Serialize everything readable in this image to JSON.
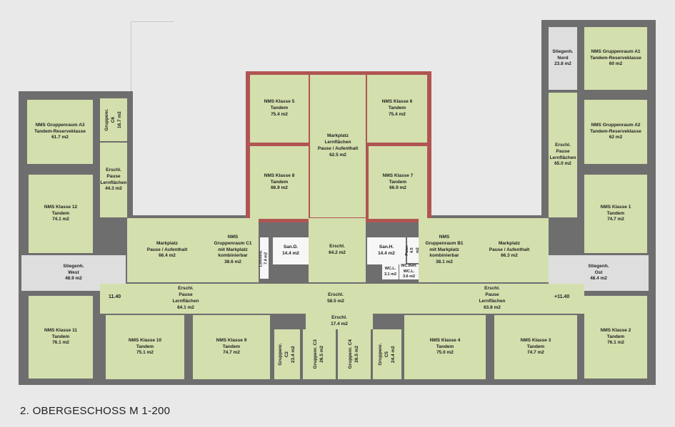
{
  "title": "2. OBERGESCHOSS M 1-200",
  "levels": [
    "11.40",
    "+11.40"
  ],
  "rooms": [
    {
      "id": "a3",
      "text": "NMS Gruppenraum A3\nTandem-Reserveklasse\n61.7 m2"
    },
    {
      "id": "c6",
      "text": "Gruppenr. C6\n16.7 m2"
    },
    {
      "id": "k12",
      "text": "NMS Klasse 12\nTandem\n74.1 m2"
    },
    {
      "id": "erschl-w",
      "text": "Erschl.\nPause\nLernflächen\n44.3 m2"
    },
    {
      "id": "stieg-w",
      "text": "Stiegenh.\nWest\n48.9 m2"
    },
    {
      "id": "markt-w",
      "text": "Markplatz\nPause / Aufenthalt\n66.4 m2"
    },
    {
      "id": "c1",
      "text": "NMS\nGruppenraum C1\nmit Markplatz\nkombinierbar\n38.6 m2"
    },
    {
      "id": "lehrer",
      "text": "Lehrerm.\n7.4 m2"
    },
    {
      "id": "sand",
      "text": "San.D.\n14.4 m2"
    },
    {
      "id": "erschl-c",
      "text": "Erschl.\n64.2 m2"
    },
    {
      "id": "sanh",
      "text": "San.H.\n14.4 m2"
    },
    {
      "id": "putz",
      "text": "Putzr.\n4.5 m2"
    },
    {
      "id": "wcl",
      "text": "WC.L.\n3.1 m2"
    },
    {
      "id": "wcb",
      "text": "WC.Beh.\nWC.L.\n3.6 m2"
    },
    {
      "id": "b1",
      "text": "NMS\nGruppenraum B1\nmit Markplatz\nkombinierbar\n38.1 m2"
    },
    {
      "id": "markt-o",
      "text": "Markplatz\nPause / Aufenthalt\n66.3 m2"
    },
    {
      "id": "stieg-o",
      "text": "Stiegenh.\nOst\n48.4 m2"
    },
    {
      "id": "erschl-o",
      "text": "Erschl.\nPause\nLernflächen\n65.0 m2"
    },
    {
      "id": "stieg-n",
      "text": "Stiegenh.\nNord\n23.8 m2"
    },
    {
      "id": "a1",
      "text": "NMS Gruppenraum A1\nTandem-Reserveklasse\n60 m2"
    },
    {
      "id": "a2",
      "text": "NMS Gruppenraum A2\nTandem-Reserveklasse\n62 m2"
    },
    {
      "id": "k1",
      "text": "NMS Klasse 1\nTandem\n74.7 m2"
    },
    {
      "id": "k5",
      "text": "NMS Klasse 5\nTandem\n75.4 m2"
    },
    {
      "id": "k6",
      "text": "NMS Klasse 6\nTandem\n75.4 m2"
    },
    {
      "id": "markt-c",
      "text": "Markplatz\nLernflächen\nPause / Aufenthalt\n62.5 m2"
    },
    {
      "id": "k8",
      "text": "NMS Klasse 8\nTandem\n66.9 m2"
    },
    {
      "id": "k7",
      "text": "NMS Klasse 7\nTandem\n66.9 m2"
    },
    {
      "id": "gang-w",
      "text": "Erschl.\nPause\nLernflächen\n64.1 m2"
    },
    {
      "id": "gang-c",
      "text": "Erschl.\n58.5 m2"
    },
    {
      "id": "gang-o",
      "text": "Erschl.\nPause\nLernflächen\n63.8 m2"
    },
    {
      "id": "erschl-s",
      "text": "Erschl.\n17.4 m2"
    },
    {
      "id": "k11",
      "text": "NMS Klasse 11\nTandem\n76.1 m2"
    },
    {
      "id": "k10",
      "text": "NMS Klasse 10\nTandem\n75.1 m2"
    },
    {
      "id": "k9",
      "text": "NMS Klasse 9\nTandem\n74.7 m2"
    },
    {
      "id": "c2",
      "text": "Gruppenr. C2\n23.4 m2"
    },
    {
      "id": "c3",
      "text": "Gruppenr. C3\n26.5 m2"
    },
    {
      "id": "c4",
      "text": "Gruppenr. C4\n26.5 m2"
    },
    {
      "id": "c5",
      "text": "Gruppenr. C5\n24.4 m2"
    },
    {
      "id": "k4",
      "text": "NMS Klasse 4\nTandem\n75.0 m2"
    },
    {
      "id": "k3",
      "text": "NMS Klasse 3\nTandem\n74.7 m2"
    },
    {
      "id": "k2",
      "text": "NMS Klasse 2\nTandem\n76.1 m2"
    }
  ]
}
